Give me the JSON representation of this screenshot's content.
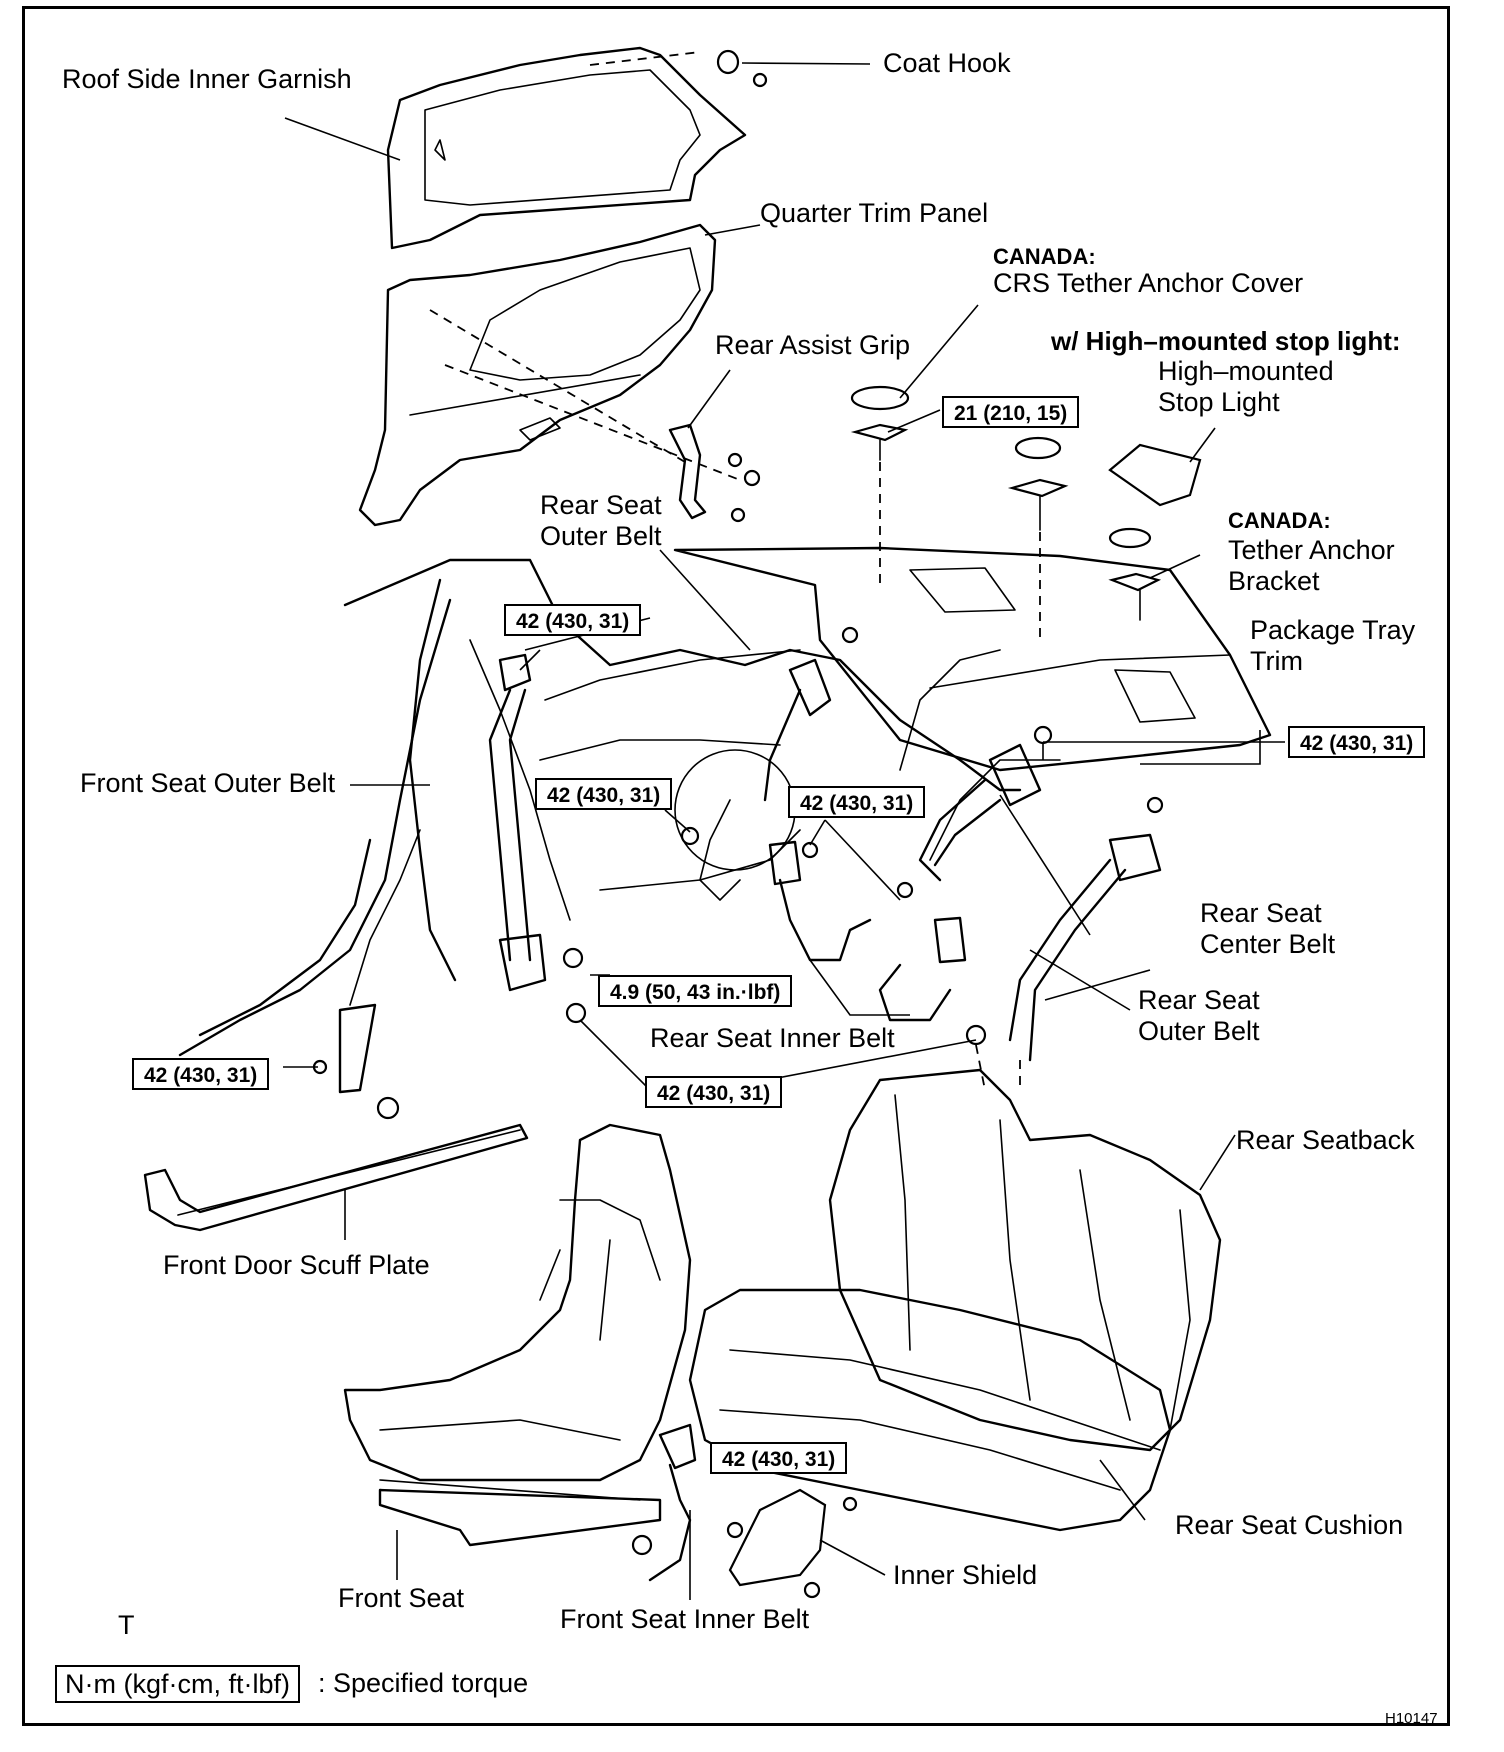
{
  "diagram": {
    "labels": {
      "roof_side_inner_garnish": "Roof Side Inner Garnish",
      "coat_hook": "Coat Hook",
      "quarter_trim_panel": "Quarter Trim Panel",
      "canada_1": "CANADA:",
      "crs_tether_anchor_cover": "CRS Tether Anchor Cover",
      "rear_assist_grip": "Rear Assist Grip",
      "w_high_mounted": "w/ High–mounted stop light:",
      "high_mounted_stop_light_1": "High–mounted",
      "high_mounted_stop_light_2": "Stop Light",
      "rear_seat_outer_belt_top_1": "Rear Seat",
      "rear_seat_outer_belt_top_2": "Outer Belt",
      "canada_2": "CANADA:",
      "tether_anchor_bracket_1": "Tether Anchor",
      "tether_anchor_bracket_2": "Bracket",
      "package_tray_trim_1": "Package Tray",
      "package_tray_trim_2": "Trim",
      "front_seat_outer_belt": "Front Seat Outer Belt",
      "rear_seat_center_belt_1": "Rear Seat",
      "rear_seat_center_belt_2": "Center Belt",
      "rear_seat_outer_belt_right_1": "Rear Seat",
      "rear_seat_outer_belt_right_2": "Outer Belt",
      "rear_seat_inner_belt": "Rear Seat Inner Belt",
      "rear_seatback": "Rear Seatback",
      "front_door_scuff_plate": "Front Door Scuff Plate",
      "rear_seat_cushion": "Rear Seat Cushion",
      "inner_shield": "Inner Shield",
      "front_seat": "Front Seat",
      "front_seat_inner_belt": "Front Seat Inner Belt",
      "stray_t": "T"
    },
    "torque_specs": {
      "tether": "21 (210, 15)",
      "front_outer_upper": "42 (430, 31)",
      "rear_outer_left": "42 (430, 31)",
      "rear_inner": "42 (430, 31)",
      "package_tray": "42 (430, 31)",
      "small_bolt": "4.9 (50, 43 in.·lbf)",
      "front_outer_lower": "42 (430, 31)",
      "floor": "42 (430, 31)",
      "front_inner_belt": "42 (430, 31)"
    },
    "legend": {
      "unit_box": "N·m (kgf·cm, ft·lbf)",
      "text": ": Specified torque"
    },
    "figure_code": "H10147"
  }
}
